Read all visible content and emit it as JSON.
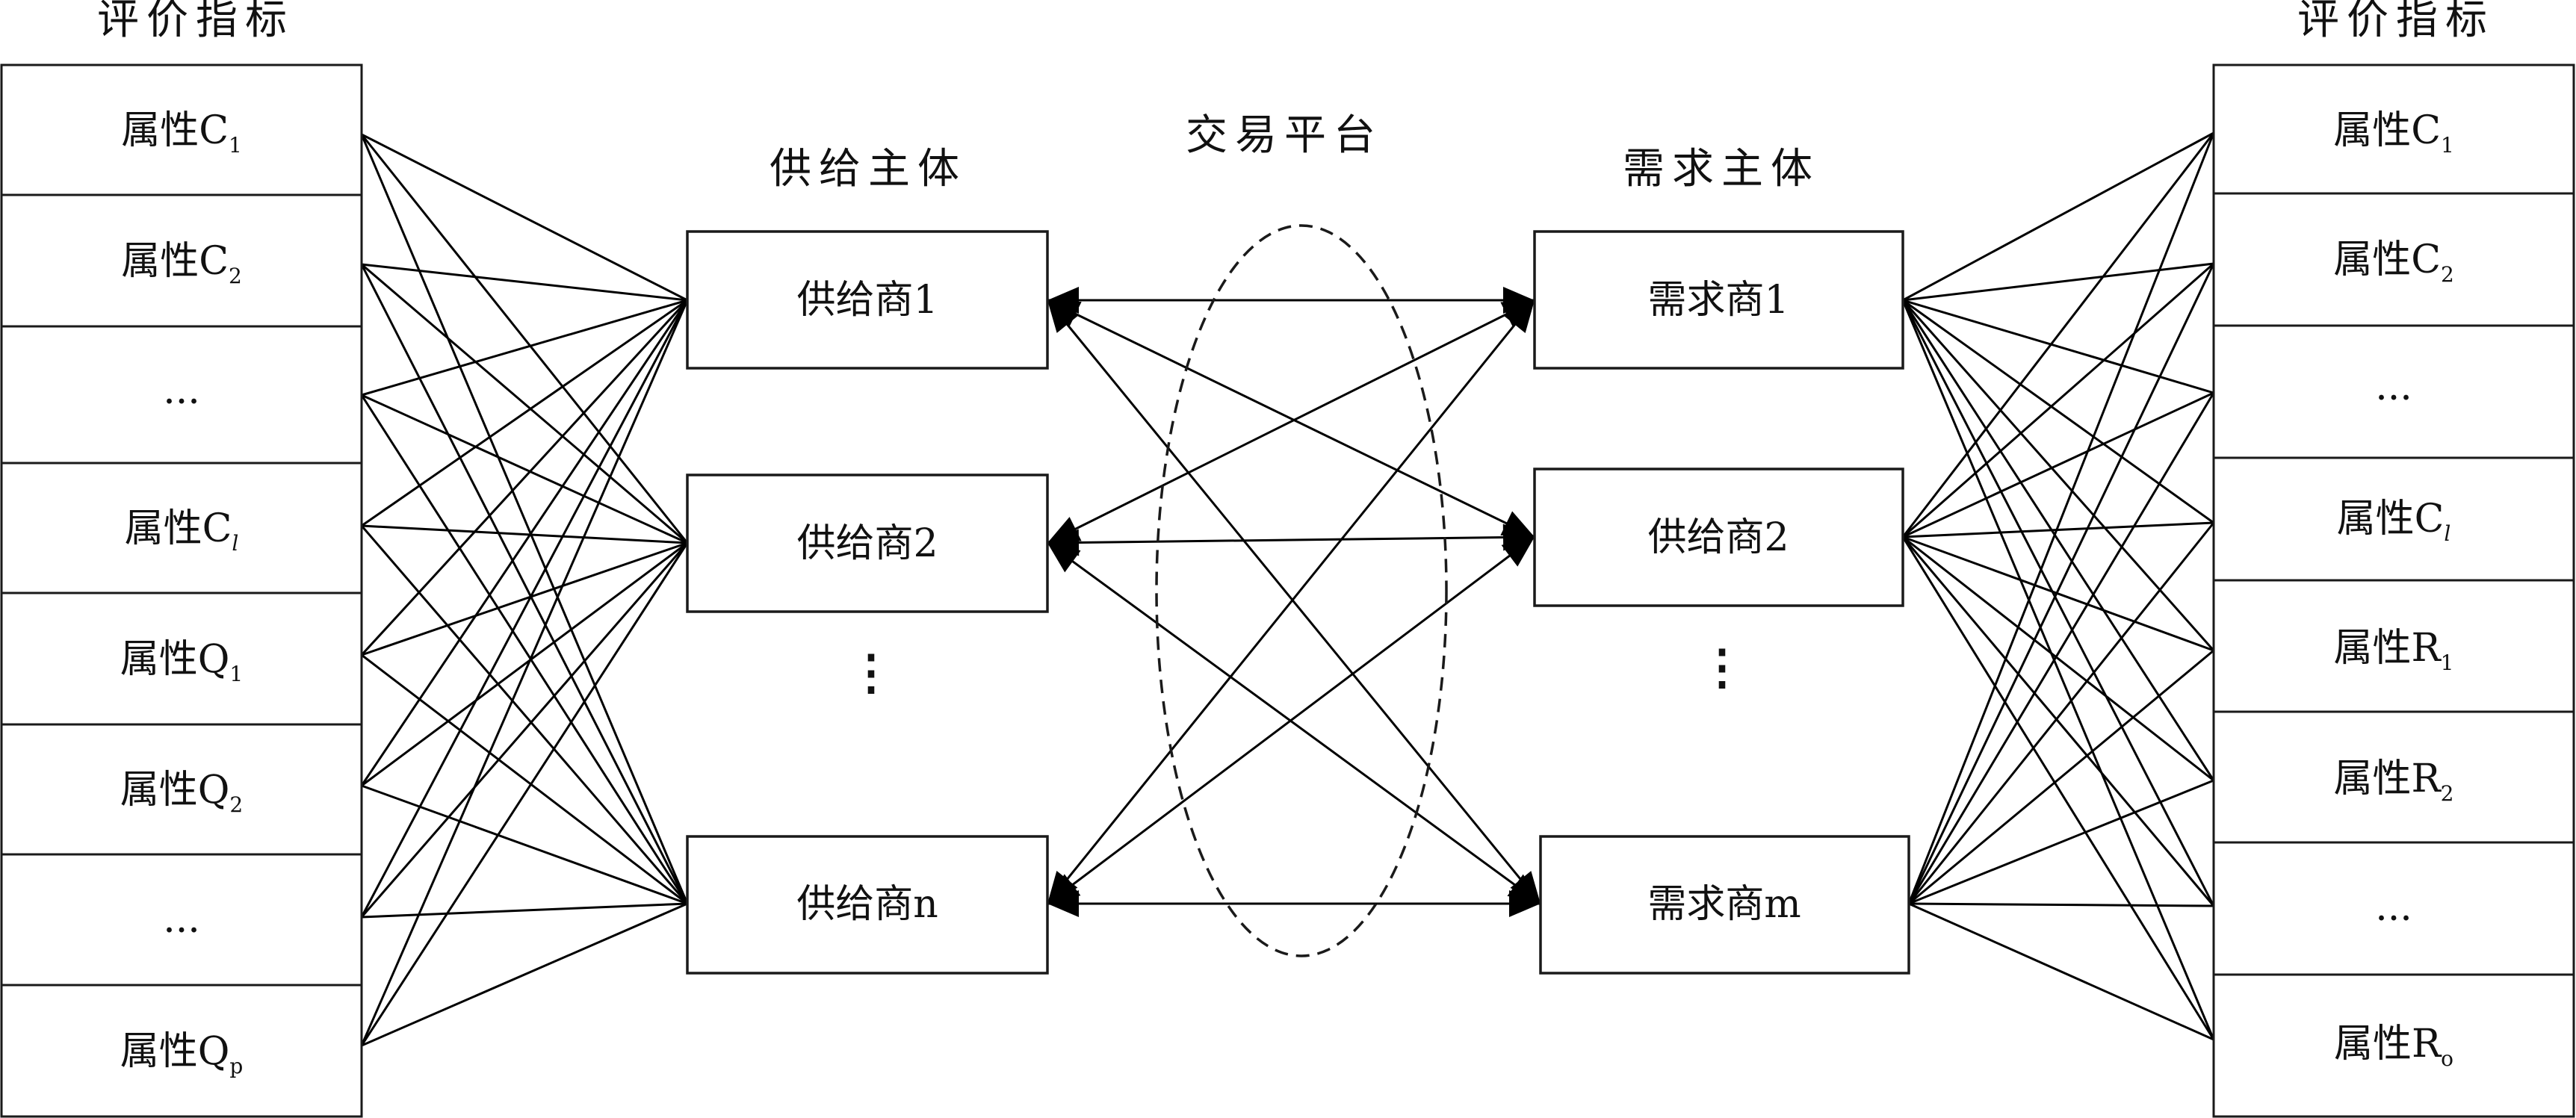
{
  "left_panel": {
    "title": "评价指标",
    "items": [
      {
        "label": "属性C",
        "sub": "1"
      },
      {
        "label": "属性C",
        "sub": "2"
      },
      {
        "label": "...",
        "sub": ""
      },
      {
        "label": "属性C",
        "sub": "l"
      },
      {
        "label": "属性Q",
        "sub": "1"
      },
      {
        "label": "属性Q",
        "sub": "2"
      },
      {
        "label": "...",
        "sub": ""
      },
      {
        "label": "属性Q",
        "sub": "p"
      }
    ]
  },
  "right_panel": {
    "title": "评价指标",
    "items": [
      {
        "label": "属性C",
        "sub": "1"
      },
      {
        "label": "属性C",
        "sub": "2"
      },
      {
        "label": "...",
        "sub": ""
      },
      {
        "label": "属性C",
        "sub": "l"
      },
      {
        "label": "属性R",
        "sub": "1"
      },
      {
        "label": "属性R",
        "sub": "2"
      },
      {
        "label": "...",
        "sub": ""
      },
      {
        "label": "属性R",
        "sub": "o"
      }
    ]
  },
  "supply": {
    "title": "供给主体",
    "nodes": [
      "供给商1",
      "供给商2",
      "供给商n"
    ],
    "ellipsis": "⋮"
  },
  "demand": {
    "title": "需求主体",
    "nodes": [
      "需求商1",
      "供给商2",
      "需求商m"
    ],
    "ellipsis": "⋮"
  },
  "platform": {
    "title": "交易平台"
  },
  "colors": {
    "line": "#000000",
    "border": "#1a1a1a",
    "background": "#ffffff"
  }
}
